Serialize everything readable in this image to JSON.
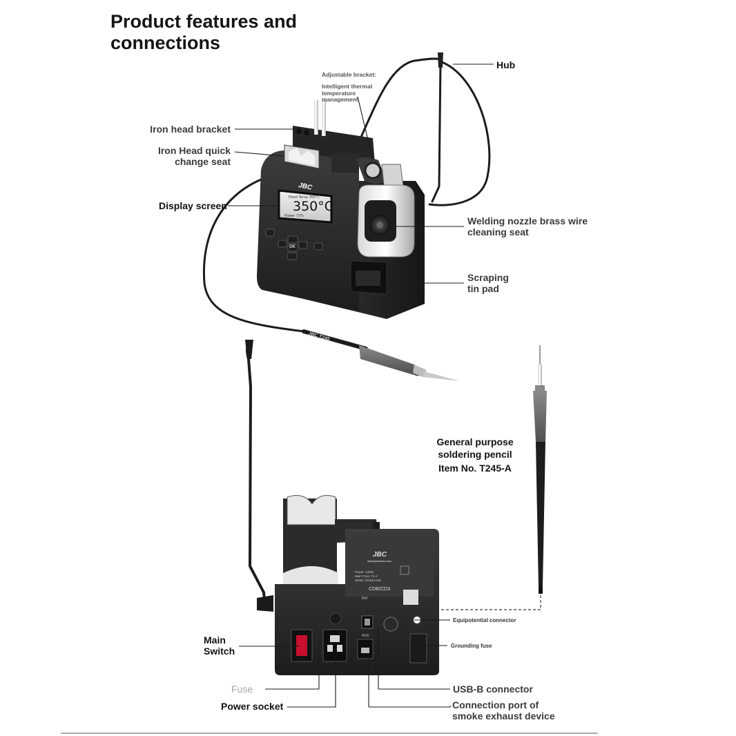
{
  "title": {
    "line1": "Product features and",
    "line2": "connections"
  },
  "labels": {
    "hub": "Hub",
    "adjustable_bracket": "Adjustable bracket:",
    "thermal_line1": "Intelligent thermal",
    "thermal_line2": "temperature",
    "thermal_line3": "management",
    "iron_head_bracket": "Iron head bracket",
    "quick_change_line1": "Iron Head quick",
    "quick_change_line2": "change seat",
    "display_screen": "Display screen",
    "brass_wire_line1": "Welding nozzle brass wire",
    "brass_wire_line2": "cleaning seat",
    "scraping_line1": "Scraping",
    "scraping_line2": "tin pad",
    "pencil_line1": "General purpose",
    "pencil_line2": "soldering pencil",
    "pencil_item": "Item No. T245-A",
    "equipotential": "Equipotential connector",
    "grounding_fuse": "Grounding fuse",
    "main_switch_line1": "Main",
    "main_switch_line2": "Switch",
    "fuse": "Fuse",
    "power_socket": "Power socket",
    "usb_b": "USB-B connector",
    "smoke_line1": "Connection port of",
    "smoke_line2": "smoke exhaust device"
  },
  "device": {
    "brand": "JBC",
    "display_temp": "350°C",
    "display_top": "Fixed Temp 350°C",
    "display_bottom": "Power  73%",
    "ok_key": "OK",
    "rear_model": "CDB/CDS",
    "rear_ref": "Ref.",
    "rear_website": "www.jbctools.com",
    "rear_power": "Power: 120W",
    "rear_fuse": "Main Fuse: F1 A",
    "rear_serial": "Serial: 231044-046",
    "aux_label": "AUX",
    "iron_marking": "JBC  T245"
  },
  "colors": {
    "body": "#2a2a2a",
    "body_light": "#3a3a3a",
    "label": "#3a3a3a",
    "grey": "#a7a7a7",
    "grip": "#6b6b6b"
  }
}
